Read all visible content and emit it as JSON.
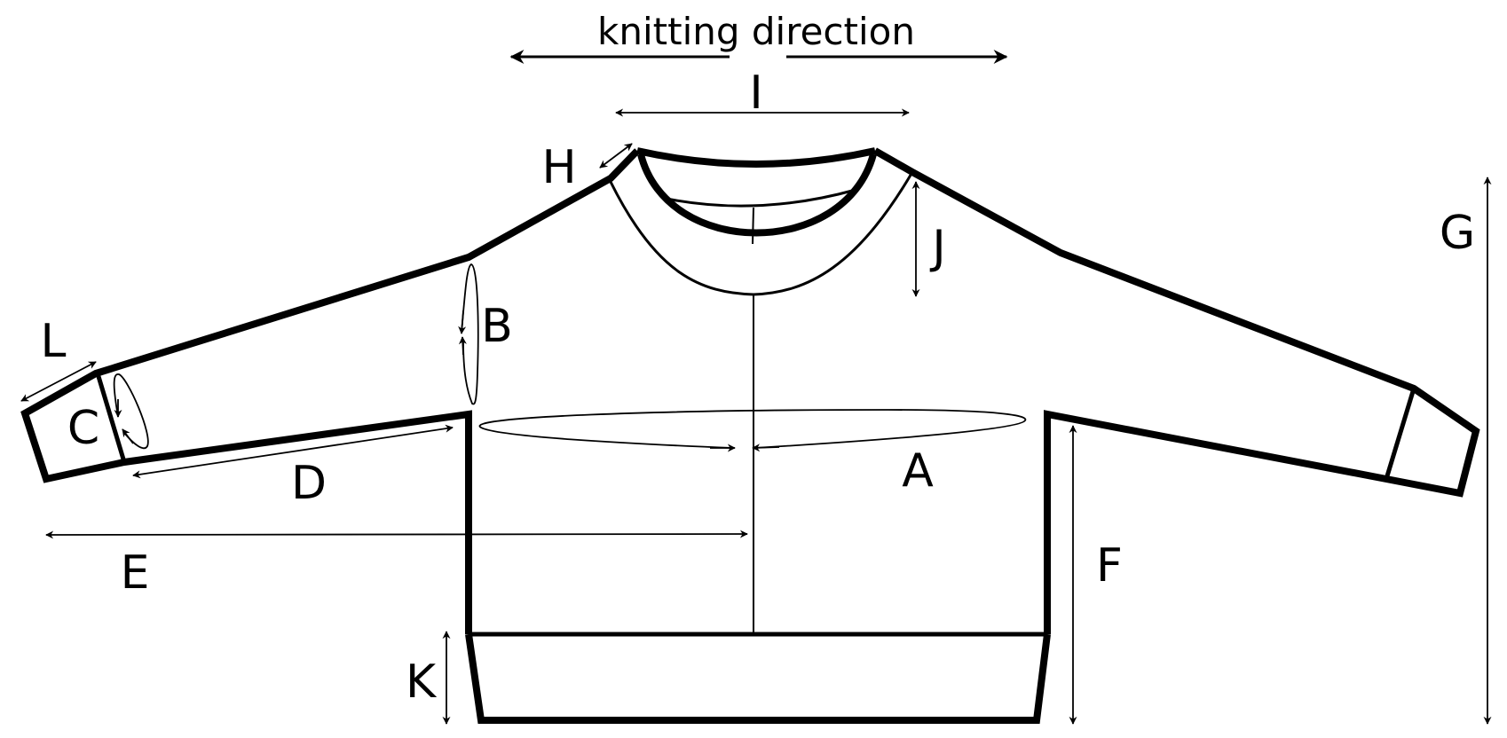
{
  "title": "knitting direction",
  "labels": {
    "A": "A",
    "B": "B",
    "C": "C",
    "D": "D",
    "E": "E",
    "F": "F",
    "G": "G",
    "H": "H",
    "I": "I",
    "J": "J",
    "K": "K",
    "L": "L"
  },
  "colors": {
    "stroke": "#000000",
    "background": "#ffffff"
  }
}
